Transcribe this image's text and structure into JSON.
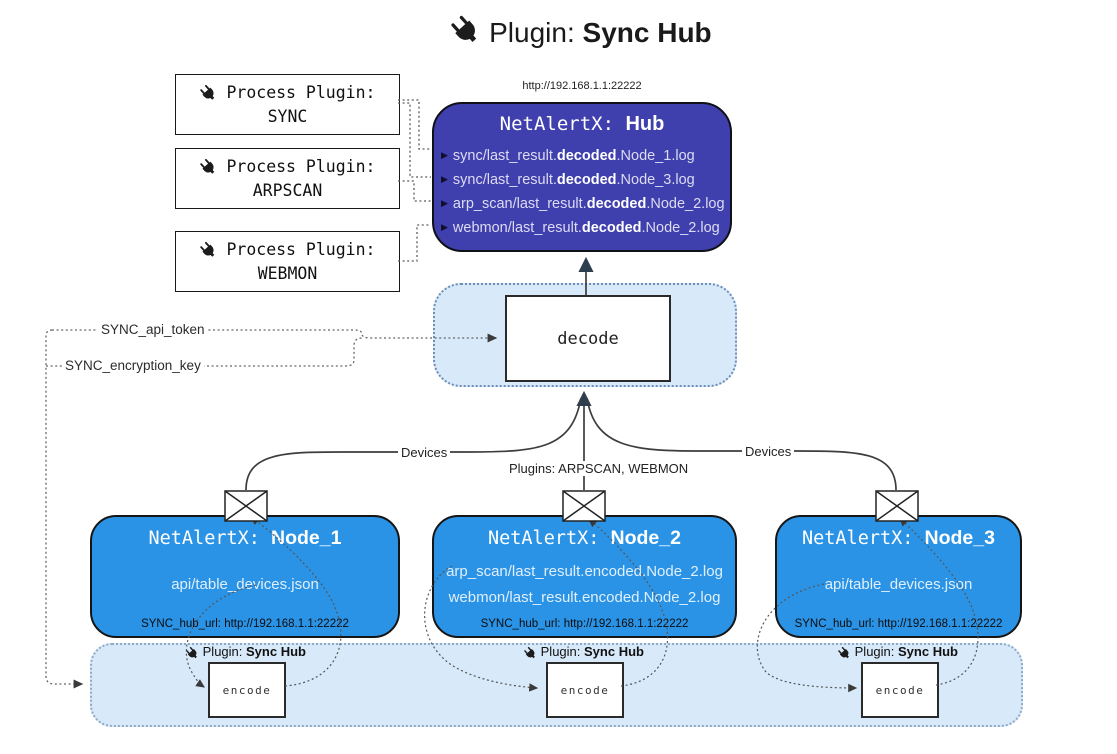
{
  "title": {
    "prefix": "Plugin: ",
    "bold": "Sync Hub"
  },
  "hub_url_label": "http://192.168.1.1:22222",
  "process_plugins": [
    {
      "label": "Process Plugin:",
      "name": "SYNC"
    },
    {
      "label": "Process Plugin:",
      "name": "ARPSCAN"
    },
    {
      "label": "Process Plugin:",
      "name": "WEBMON"
    }
  ],
  "hub": {
    "title_prefix": "NetAlertX: ",
    "title_bold": "Hub",
    "lines": [
      {
        "pre": "sync/last_result.",
        "bold": "decoded",
        "post": ".Node_1.log"
      },
      {
        "pre": "sync/last_result.",
        "bold": "decoded",
        "post": ".Node_3.log"
      },
      {
        "pre": "arp_scan/last_result.",
        "bold": "decoded",
        "post": ".Node_2.log"
      },
      {
        "pre": "webmon/last_result.",
        "bold": "decoded",
        "post": ".Node_2.log"
      }
    ]
  },
  "decode_label": "decode",
  "encode_label": "encode",
  "tokens": {
    "api_token": "SYNC_api_token",
    "encryption_key": "SYNC_encryption_key"
  },
  "edge_labels": {
    "devices_left": "Devices",
    "plugins_center": "Plugins: ARPSCAN, WEBMON",
    "devices_right": "Devices"
  },
  "nodes": [
    {
      "title_prefix": "NetAlertX: ",
      "title_bold": "Node_1",
      "lines": [
        "api/table_devices.json"
      ],
      "footer": "SYNC_hub_url: http://192.168.1.1:22222"
    },
    {
      "title_prefix": "NetAlertX: ",
      "title_bold": "Node_2",
      "lines": [
        "arp_scan/last_result.encoded.Node_2.log",
        "webmon/last_result.encoded.Node_2.log"
      ],
      "footer": "SYNC_hub_url: http://192.168.1.1:22222"
    },
    {
      "title_prefix": "NetAlertX: ",
      "title_bold": "Node_3",
      "lines": [
        "api/table_devices.json"
      ],
      "footer": "SYNC_hub_url: http://192.168.1.1:22222"
    }
  ],
  "band": {
    "plugin_prefix": "Plugin: ",
    "plugin_bold": "Sync Hub"
  },
  "colors": {
    "hub_bg": "#3f3fad",
    "node_bg": "#2b93e6",
    "band_bg": "#d8e9fa",
    "band_border": "#8fa9c8",
    "line": "#3d3d3d",
    "arrow_navy": "#2c3e50"
  }
}
